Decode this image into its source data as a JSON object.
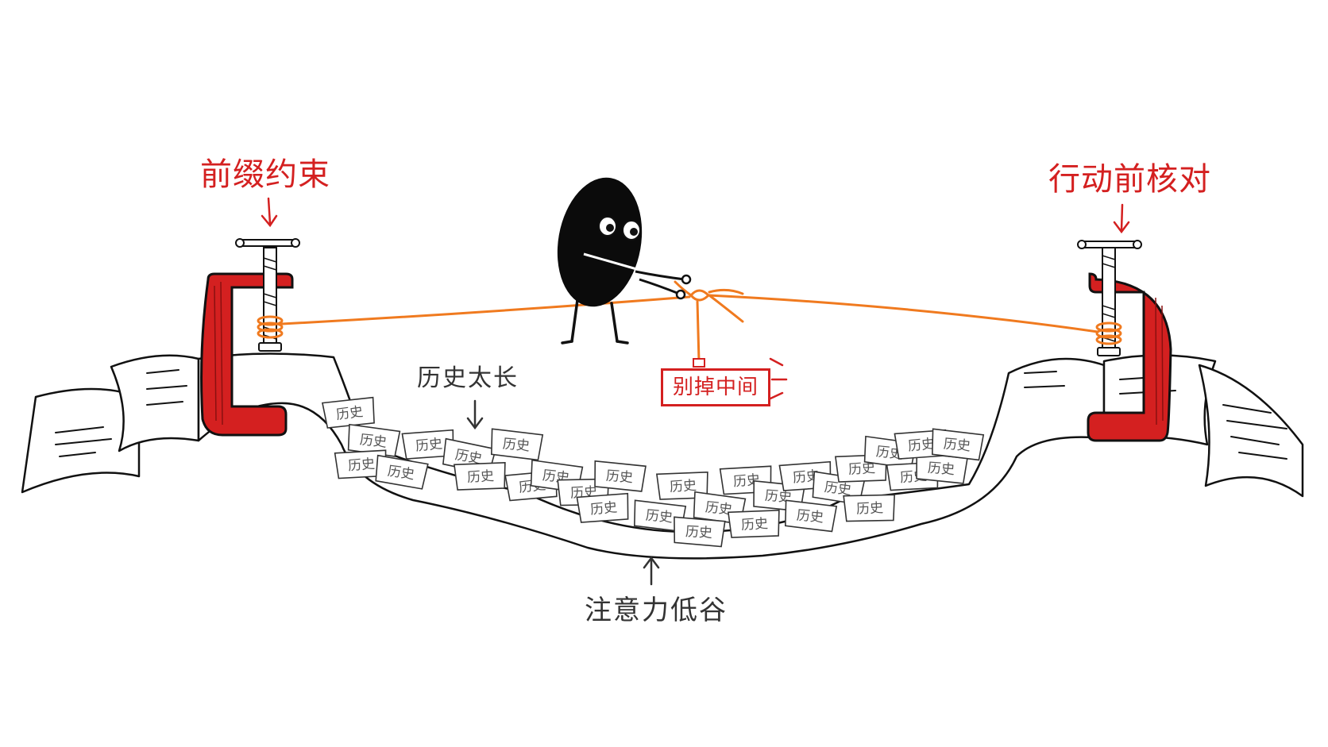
{
  "labels": {
    "left_clamp": "前缀约束",
    "right_clamp": "行动前核对",
    "history_too_long": "历史太长",
    "dont_drop_middle": "别掉中间",
    "attention_valley": "注意力低谷"
  },
  "history_scrap_text": "历史",
  "colors": {
    "clamp_red": "#d42020",
    "string_orange": "#f07a1f",
    "ink": "#111111",
    "label_red": "#d42020"
  },
  "icons": [
    "clamp-icon",
    "character-icon",
    "string-icon",
    "arrow-down-icon",
    "arrow-up-icon"
  ]
}
